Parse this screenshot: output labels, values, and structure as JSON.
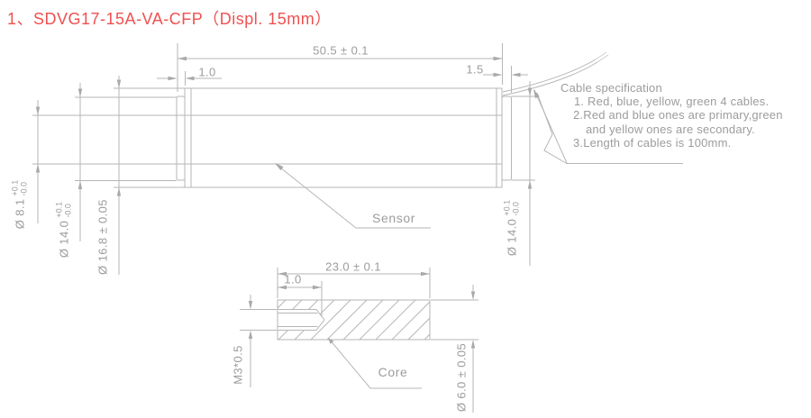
{
  "title": "1、SDVG17-15A-VA-CFP（Displ. 15mm）",
  "colors": {
    "title_red": "#f05050",
    "line_gray": "#b6b6b6",
    "text_gray": "#9c9c9c"
  },
  "sensor_view": {
    "part_label": "Sensor",
    "dim_length": "50.5 ± 0.1",
    "dim_front_cap": "1.0",
    "dim_rear_cap": "1.5",
    "dim_bore": {
      "value": "Ø 8.1",
      "tol_upper": "+0.1",
      "tol_lower": "-0.0"
    },
    "dim_front_od": {
      "value": "Ø 14.0",
      "tol_upper": "+0.1",
      "tol_lower": "-0.0"
    },
    "dim_body_od": "Ø 16.8 ± 0.05",
    "dim_rear_od": {
      "value": "Ø 14.0",
      "tol_upper": "+0.1",
      "tol_lower": "-0.0"
    },
    "cable_note": {
      "heading": "Cable specification",
      "item1": "1. Red, blue, yellow, green 4 cables.",
      "item2": "2.Red and blue ones are primary,green",
      "item2b": "and yellow ones are secondary.",
      "item3": "3.Length of cables is 100mm."
    }
  },
  "core_view": {
    "part_label": "Core",
    "dim_length": "23.0 ± 0.1",
    "dim_thread_depth": "1.0",
    "dim_thread": "M3*0.5",
    "dim_od": "Ø 6.0 ± 0.05"
  }
}
